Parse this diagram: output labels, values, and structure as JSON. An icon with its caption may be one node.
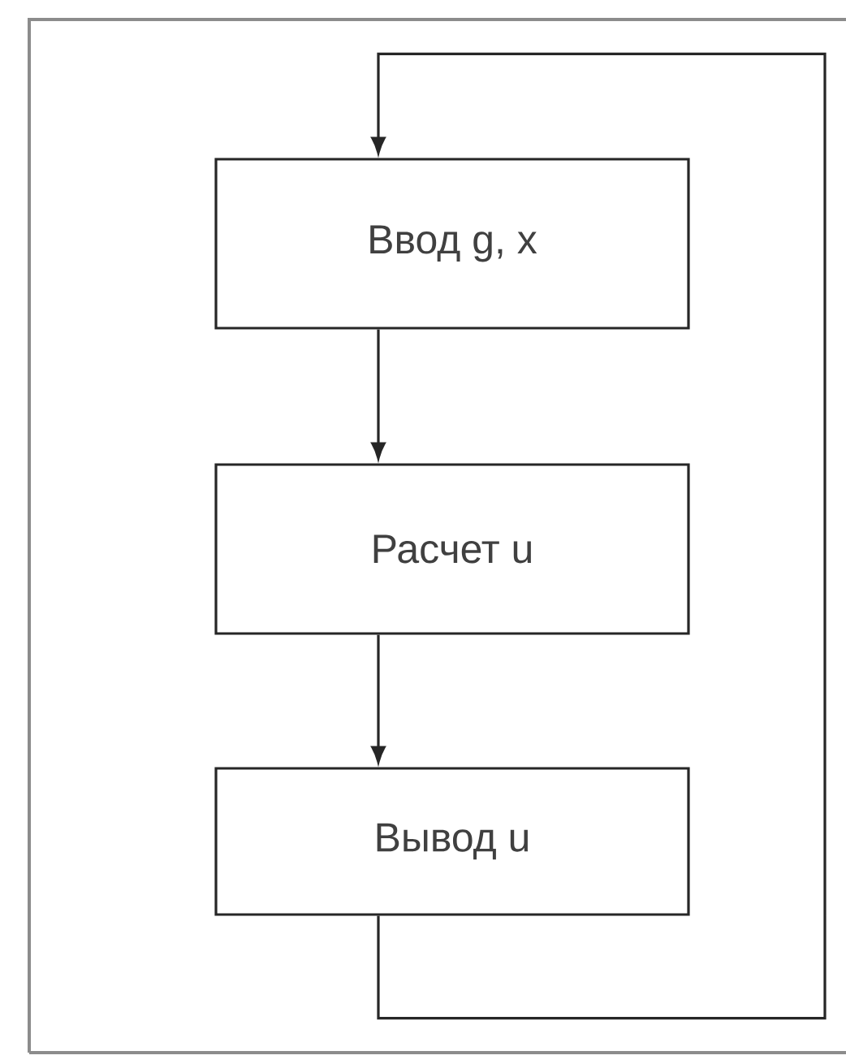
{
  "diagram": {
    "nodes": [
      {
        "text": [
          "Ввод g, x"
        ]
      },
      {
        "text": [
          "Расчет u"
        ]
      },
      {
        "text": [
          "Вывод u"
        ]
      }
    ],
    "edges": [
      {
        "from": 0,
        "to": 1,
        "arrow": "to"
      },
      {
        "from": 1,
        "to": 2,
        "arrow": "to"
      },
      {
        "from": 2,
        "to": 0,
        "arrow": "to"
      }
    ]
  }
}
